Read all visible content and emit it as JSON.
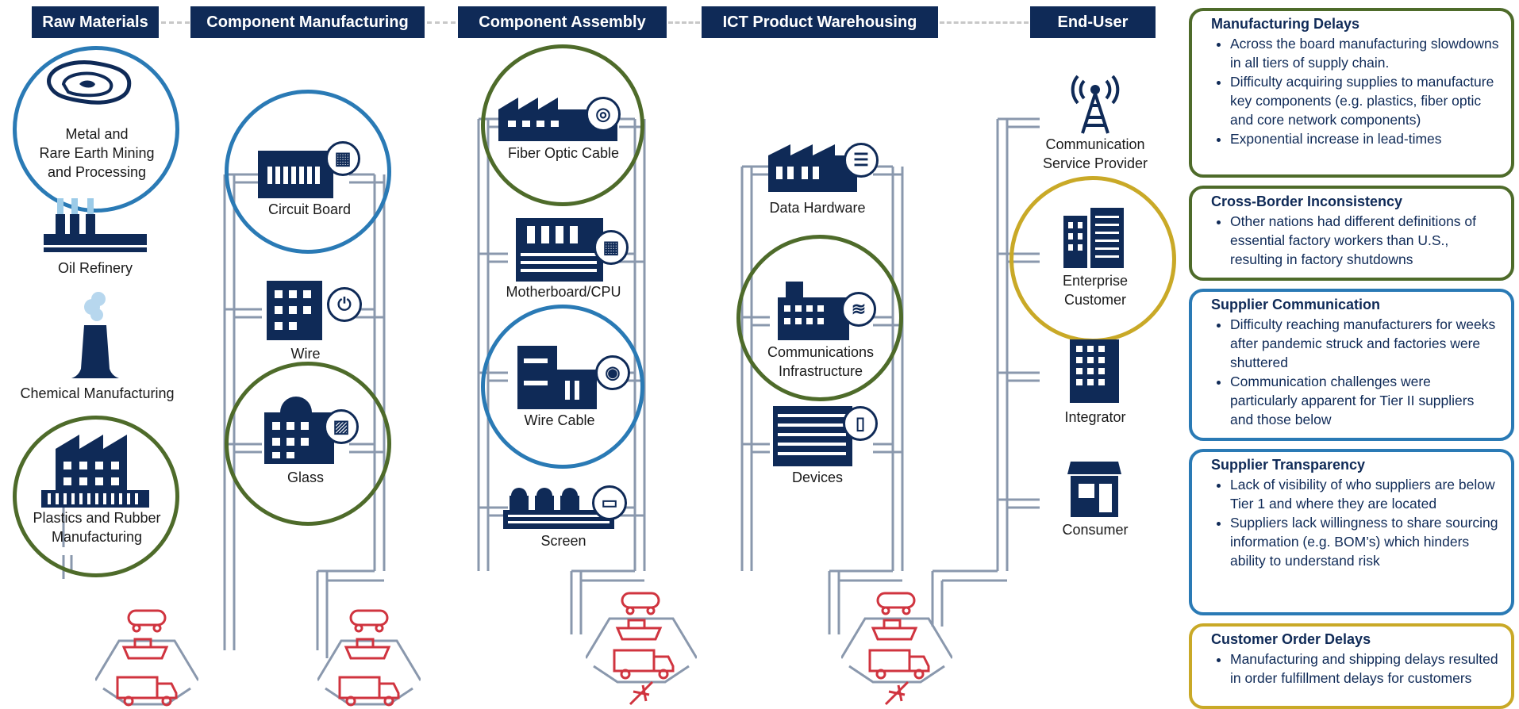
{
  "headers": [
    {
      "label": "Raw Materials"
    },
    {
      "label": "Component Manufacturing"
    },
    {
      "label": "Component Assembly"
    },
    {
      "label": "ICT Product Warehousing"
    },
    {
      "label": "End-User"
    }
  ],
  "raw_materials": {
    "mining": "Metal and Rare Earth Mining and Processing",
    "mining_lines": [
      "Metal and",
      "Rare Earth Mining",
      "and Processing"
    ],
    "refinery": "Oil Refinery",
    "chemical": "Chemical Manufacturing",
    "plastics_lines": [
      "Plastics and Rubber",
      "Manufacturing"
    ]
  },
  "component_manufacturing": {
    "circuit_board": "Circuit Board",
    "wire": "Wire",
    "glass": "Glass"
  },
  "component_assembly": {
    "fiber": "Fiber Optic Cable",
    "motherboard": "Motherboard/CPU",
    "wire_cable": "Wire Cable",
    "screen": "Screen"
  },
  "warehousing": {
    "data_hardware": "Data Hardware",
    "comms_lines": [
      "Communications",
      "Infrastructure"
    ],
    "devices": "Devices"
  },
  "end_user": {
    "csp_lines": [
      "Communication",
      "Service Provider"
    ],
    "enterprise_lines": [
      "Enterprise",
      "Customer"
    ],
    "integrator": "Integrator",
    "consumer": "Consumer"
  },
  "issues": [
    {
      "title": "Manufacturing Delays",
      "bullets": [
        "Across the board manufacturing slowdowns in all tiers of supply chain.",
        "Difficulty acquiring supplies to manufacture key components (e.g. plastics, fiber optic and core network components)",
        "Exponential increase in lead-times"
      ]
    },
    {
      "title": "Cross-Border Inconsistency",
      "bullets": [
        "Other nations had different definitions of essential factory workers than U.S., resulting in factory shutdowns"
      ]
    },
    {
      "title": "Supplier Communication",
      "bullets": [
        "Difficulty reaching manufacturers for weeks after pandemic struck and factories were shuttered",
        "Communication challenges were particularly apparent for Tier II suppliers and those below"
      ]
    },
    {
      "title": "Supplier Transparency",
      "bullets": [
        "Lack of visibility of who suppliers are below Tier 1 and where they are located",
        "Suppliers lack willingness to share sourcing information (e.g. BOM’s) which hinders ability to understand risk"
      ]
    },
    {
      "title": "Customer Order Delays",
      "bullets": [
        "Manufacturing and shipping delays resulted in order fulfillment delays for customers"
      ]
    }
  ],
  "colors": {
    "navy": "#0f2a57",
    "blue_ring": "#2a7ab5",
    "green_ring": "#4e6b2a",
    "gold_ring": "#c9a927",
    "transport_red": "#d0343f"
  }
}
